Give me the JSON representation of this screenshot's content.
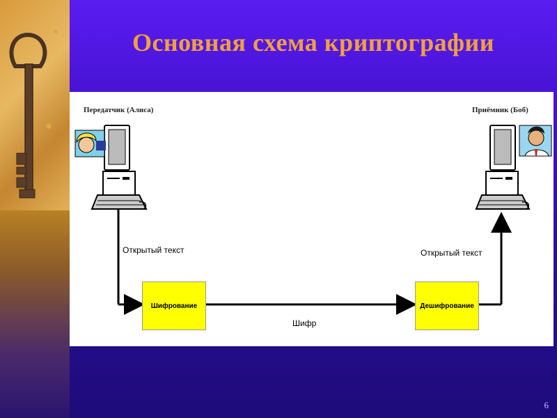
{
  "slide": {
    "title": "Основная схема криптографии",
    "page_number": "6"
  },
  "diagram": {
    "sender_label": "Передатчик (Алиса)",
    "receiver_label": "Приёмник (Боб)",
    "plaintext_left": "Открытый текст",
    "plaintext_right": "Открытый текст",
    "encrypt_label": "Шифрование",
    "decrypt_label": "Дешифрование",
    "cipher_label": "Шифр"
  },
  "icons": {
    "key_photo": "key-icon",
    "sender_avatar": "woman-avatar-icon",
    "receiver_avatar": "man-avatar-icon",
    "computer": "computer-icon"
  },
  "colors": {
    "title": "#f0a040",
    "box_fill": "#ffff00",
    "background": "#4a14d8"
  }
}
